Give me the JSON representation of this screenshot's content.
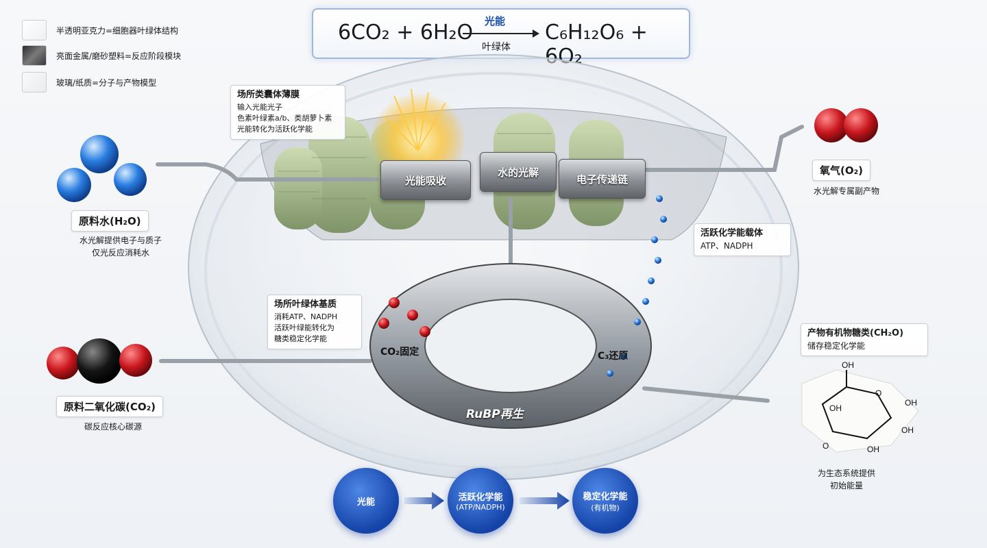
{
  "legend": [
    {
      "text": "半透明亚克力=细胞器叶绿体结构"
    },
    {
      "text": "亮面金属/磨砂塑料=反应阶段模块"
    },
    {
      "text": "玻璃/纸质=分子与产物模型"
    }
  ],
  "equation": {
    "left": "6CO₂ + 6H₂O",
    "right": "C₆H₁₂O₆ + 6O₂",
    "above_arrow": "光能",
    "below_arrow": "叶绿体"
  },
  "thylakoid_callout": {
    "title": "场所类囊体薄膜",
    "lines": [
      "输入光能光子",
      "色素叶绿素a/b、类胡萝卜素",
      "光能转化为活跃化学能"
    ]
  },
  "stroma_callout": {
    "title": "场所叶绿体基质",
    "lines": [
      "消耗ATP、NADPH",
      "活跃叶绿能转化为",
      "糖类稳定化学能"
    ]
  },
  "carrier_callout": {
    "title": "活跃化学能载体",
    "line": "ATP、NADPH"
  },
  "light_modules": [
    "光能吸收",
    "水的光解",
    "电子传递链"
  ],
  "cycle_modules": {
    "fix": "CO₂固定",
    "reduce": "C₃还原",
    "regen": "RuBP再生"
  },
  "water": {
    "label": "原料水(H₂O)",
    "lines": [
      "水光解提供电子与质子",
      "仅光反应消耗水"
    ]
  },
  "co2": {
    "label": "原料二氧化碳(CO₂)",
    "line": "碳反应核心碳源"
  },
  "oxygen": {
    "label": "氧气(O₂)",
    "line": "水光解专属副产物"
  },
  "sugar": {
    "title": "产物有机物糖类(CH₂O)",
    "line": "储存稳定化学能",
    "bottom_lines": [
      "为生态系统提供",
      "初始能量"
    ],
    "atoms": [
      "OH",
      "O",
      "OH",
      "OH",
      "OH",
      "OH",
      "O"
    ]
  },
  "flow": [
    {
      "line1": "光能",
      "line2": ""
    },
    {
      "line1": "活跃化学能",
      "line2": "(ATP/NADPH)"
    },
    {
      "line1": "稳定化学能",
      "line2": "(有机物)"
    }
  ],
  "colors": {
    "accent": "#1b4fb3",
    "oxygen": "#c8161d",
    "water": "#2a7de1",
    "carbon": "#111111"
  }
}
